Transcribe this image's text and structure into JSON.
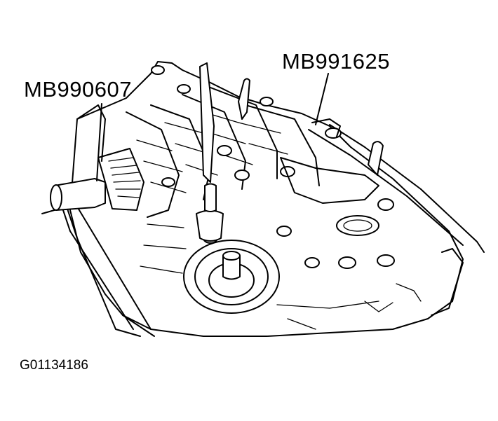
{
  "figure": {
    "callouts": [
      {
        "id": "tool-a",
        "text": "MB990607"
      },
      {
        "id": "tool-b",
        "text": "MB991625"
      }
    ],
    "figure_id": "G01134186"
  },
  "colors": {
    "line": "#000000",
    "background": "#ffffff"
  }
}
